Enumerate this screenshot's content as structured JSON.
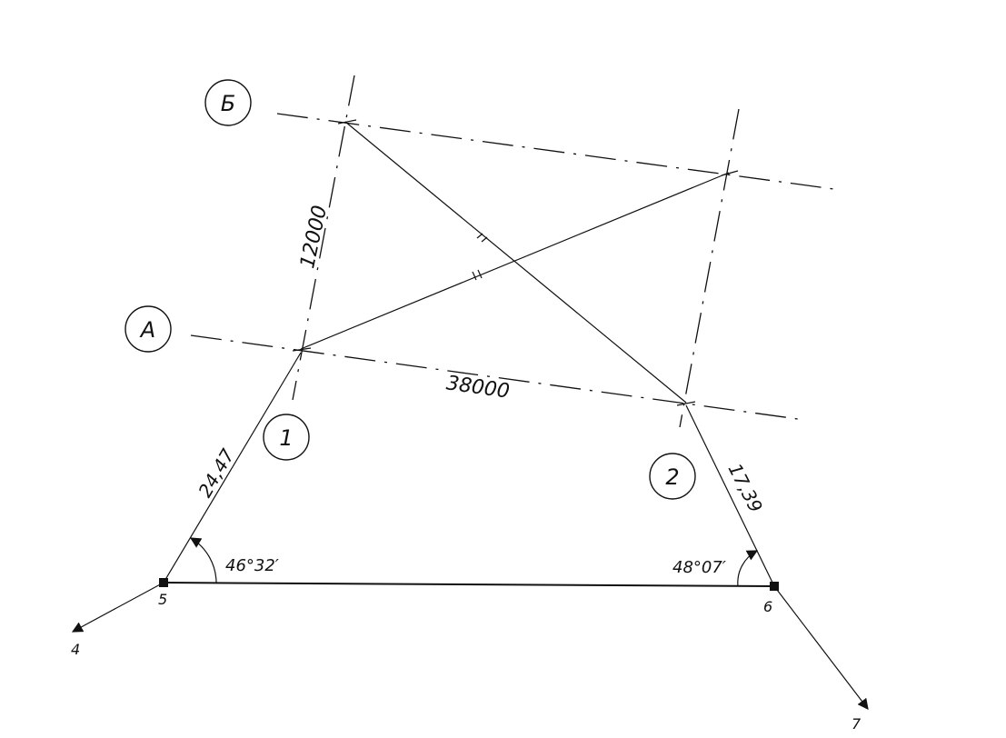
{
  "axes": {
    "rows": [
      {
        "label": "Б"
      },
      {
        "label": "А"
      }
    ],
    "columns": [
      {
        "label": "1"
      },
      {
        "label": "2"
      }
    ]
  },
  "dimensions": {
    "row_spacing": "12000",
    "column_spacing": "38000"
  },
  "traverse": {
    "side_5_1": "24,47",
    "side_6_2": "17,39",
    "angle_at_5": "46°32′",
    "angle_at_6": "48°07′"
  },
  "points": {
    "p4": "4",
    "p5": "5",
    "p6": "6",
    "p7": "7"
  }
}
